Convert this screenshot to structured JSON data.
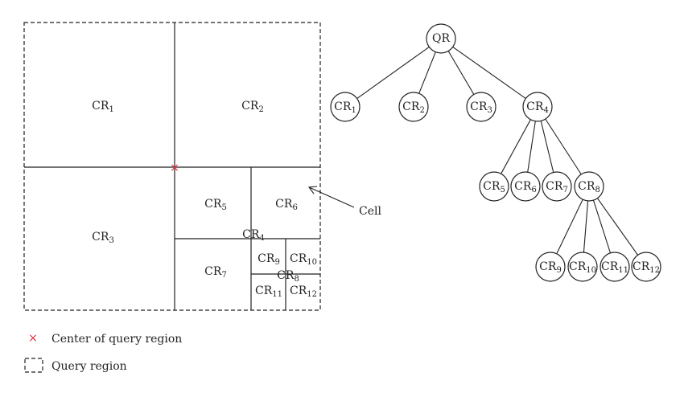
{
  "regions": [
    {
      "id": "cr1",
      "base": "CR",
      "sub": "1"
    },
    {
      "id": "cr2",
      "base": "CR",
      "sub": "2"
    },
    {
      "id": "cr3",
      "base": "CR",
      "sub": "3"
    },
    {
      "id": "cr4",
      "base": "CR",
      "sub": "4"
    },
    {
      "id": "cr5",
      "base": "CR",
      "sub": "5"
    },
    {
      "id": "cr6",
      "base": "CR",
      "sub": "6"
    },
    {
      "id": "cr7",
      "base": "CR",
      "sub": "7"
    },
    {
      "id": "cr8",
      "base": "CR",
      "sub": "8"
    },
    {
      "id": "cr9",
      "base": "CR",
      "sub": "9"
    },
    {
      "id": "cr10",
      "base": "CR",
      "sub": "10"
    },
    {
      "id": "cr11",
      "base": "CR",
      "sub": "11"
    },
    {
      "id": "cr12",
      "base": "CR",
      "sub": "12"
    }
  ],
  "tree": {
    "root": "QR",
    "children": {
      "QR": [
        "cr1",
        "cr2",
        "cr3",
        "cr4"
      ],
      "cr4": [
        "cr5",
        "cr6",
        "cr7",
        "cr8"
      ],
      "cr8": [
        "cr9",
        "cr10",
        "cr11",
        "cr12"
      ]
    }
  },
  "annotation": {
    "cell_label": "Cell"
  },
  "legend": {
    "center_marker": "×",
    "center_label": "Center of query region",
    "region_label": "Query region"
  },
  "colors": {
    "center_marker": "#e0303a",
    "ink": "#222222"
  }
}
